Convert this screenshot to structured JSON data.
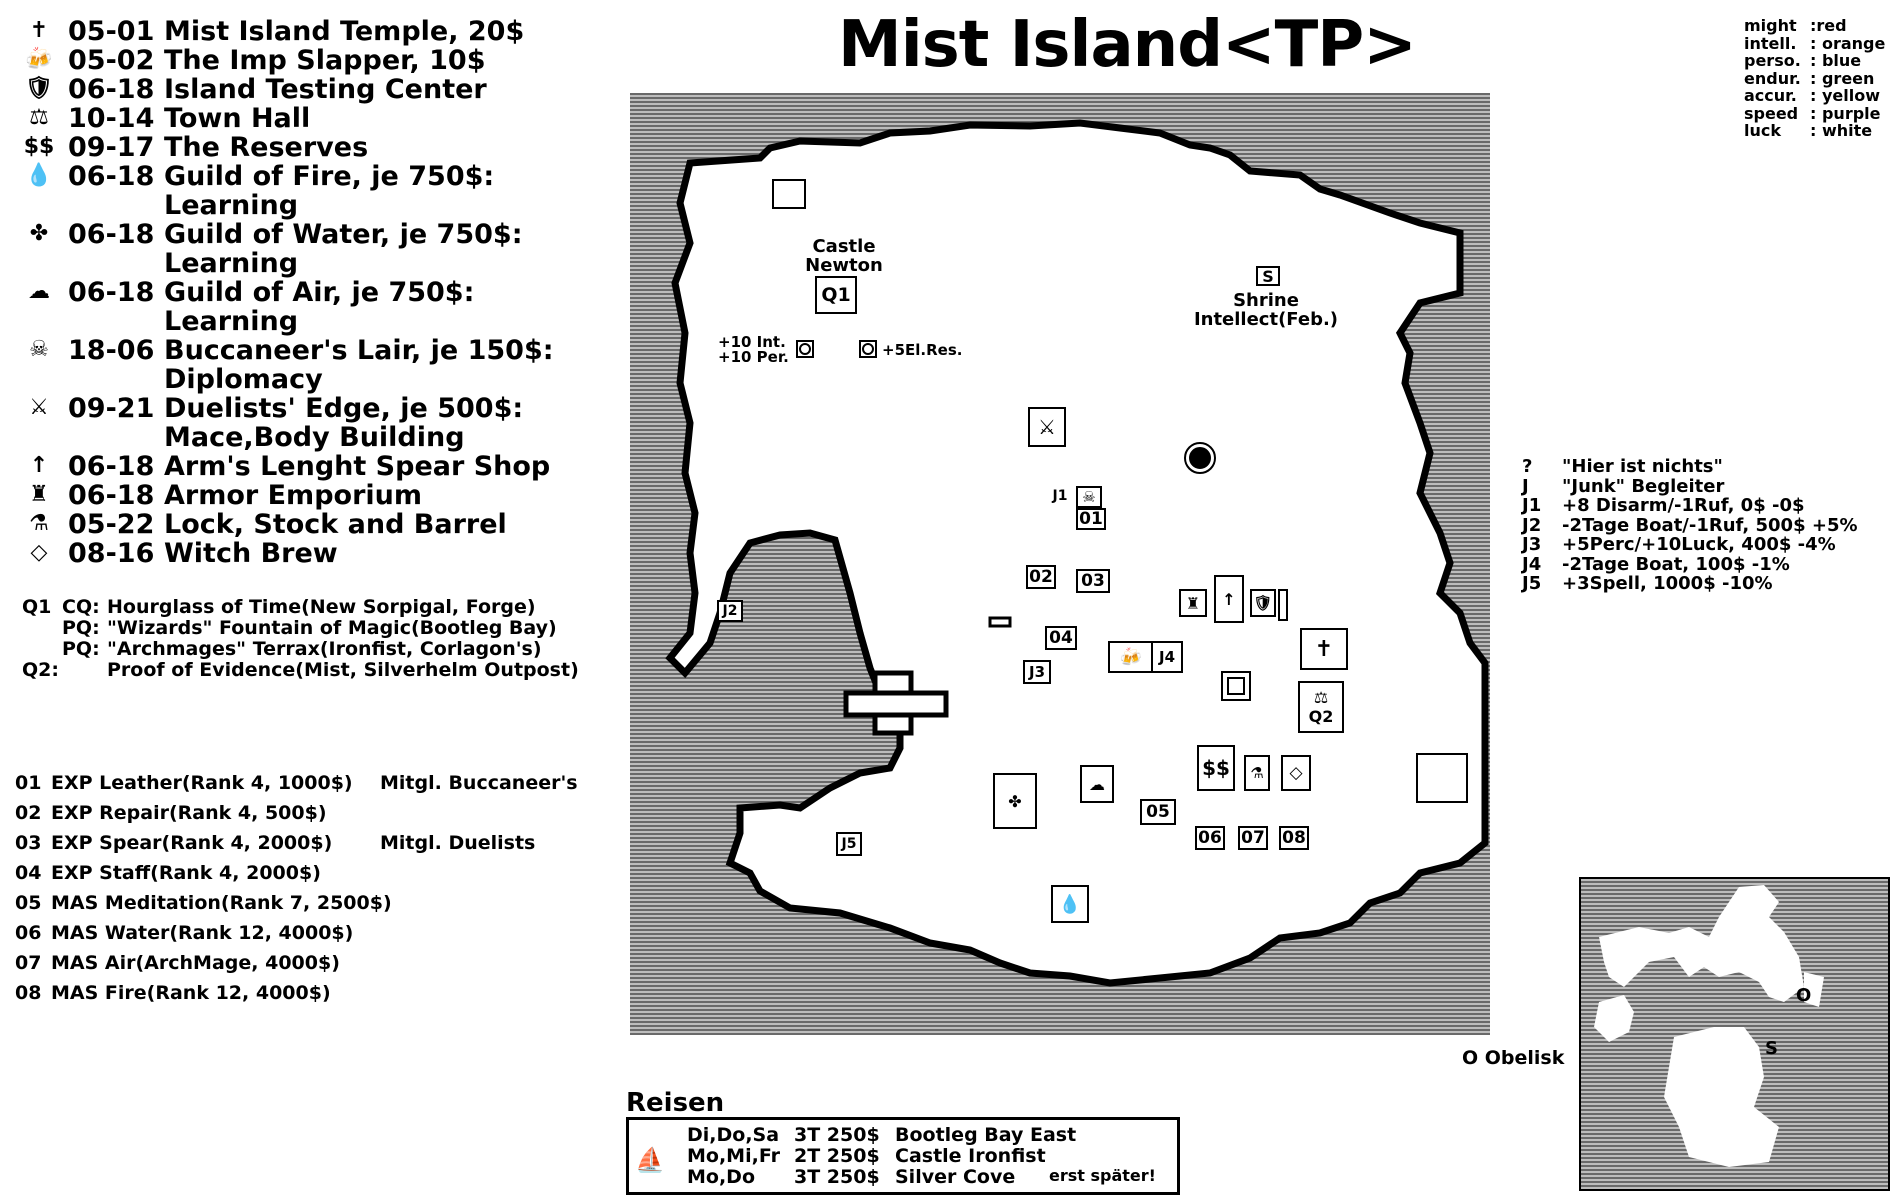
{
  "title": "Mist Island<TP>",
  "legend": [
    {
      "icon": "✝",
      "icon_name": "temple-icon",
      "code": "05-01",
      "name": "Mist Island Temple, 20$"
    },
    {
      "icon": "🍻",
      "icon_name": "tavern-mugs-icon",
      "code": "05-02",
      "name": "The Imp Slapper, 10$"
    },
    {
      "icon": "🛡",
      "icon_name": "shield-icon",
      "code": "06-18",
      "name": "Island Testing Center"
    },
    {
      "icon": "⚖",
      "icon_name": "scales-icon",
      "code": "10-14",
      "name": "Town Hall"
    },
    {
      "icon": "$$",
      "icon_name": "dollar-icon",
      "code": "09-17",
      "name": "The Reserves"
    },
    {
      "icon": "💧",
      "icon_name": "fire-drop-icon",
      "code": "06-18",
      "name": "Guild of Fire, je 750$:",
      "cont": "Learning"
    },
    {
      "icon": "✤",
      "icon_name": "water-splash-icon",
      "code": "06-18",
      "name": "Guild of Water, je 750$:",
      "cont": "Learning"
    },
    {
      "icon": "☁",
      "icon_name": "air-cloud-icon",
      "code": "06-18",
      "name": "Guild of Air, je 750$:",
      "cont": "Learning"
    },
    {
      "icon": "☠",
      "icon_name": "skull-icon",
      "code": "18-06",
      "name": "Buccaneer's Lair, je 150$:",
      "cont": "Diplomacy"
    },
    {
      "icon": "⚔",
      "icon_name": "sword-icon",
      "code": "09-21",
      "name": "Duelists' Edge, je 500$:",
      "cont": "Mace,Body Building"
    },
    {
      "icon": "↑",
      "icon_name": "spear-icon",
      "code": "06-18",
      "name": "Arm's Lenght Spear Shop"
    },
    {
      "icon": "♜",
      "icon_name": "helmet-icon",
      "code": "06-18",
      "name": "Armor Emporium"
    },
    {
      "icon": "⚗",
      "icon_name": "bottles-icon",
      "code": "05-22",
      "name": "Lock, Stock and Barrel"
    },
    {
      "icon": "◇",
      "icon_name": "potion-icon",
      "code": "08-16",
      "name": "Witch Brew"
    }
  ],
  "quests": [
    {
      "key": "Q1",
      "type": "CQ:",
      "text": "Hourglass of Time(New Sorpigal, Forge)"
    },
    {
      "key": "",
      "type": "PQ:",
      "text": "\"Wizards\" Fountain of Magic(Bootleg Bay)"
    },
    {
      "key": "",
      "type": "PQ:",
      "text": "\"Archmages\" Terrax(Ironfist, Corlagon's)"
    },
    {
      "key": "Q2:",
      "type": "",
      "text": "Proof of Evidence(Mist, Silverhelm Outpost)"
    }
  ],
  "training": [
    {
      "num": "01",
      "text": "EXP Leather(Rank 4, 1000$)",
      "extra": "Mitgl. Buccaneer's"
    },
    {
      "num": "02",
      "text": "EXP Repair(Rank 4, 500$)",
      "extra": ""
    },
    {
      "num": "03",
      "text": "EXP Spear(Rank 4, 2000$)",
      "extra": "Mitgl. Duelists"
    },
    {
      "num": "04",
      "text": "EXP Staff(Rank 4, 2000$)",
      "extra": ""
    },
    {
      "num": "05",
      "text": "MAS Meditation(Rank 7, 2500$)",
      "extra": ""
    },
    {
      "num": "06",
      "text": "MAS Water(Rank 12, 4000$)",
      "extra": ""
    },
    {
      "num": "07",
      "text": "MAS Air(ArchMage, 4000$)",
      "extra": ""
    },
    {
      "num": "08",
      "text": "MAS Fire(Rank 12, 4000$)",
      "extra": ""
    }
  ],
  "stats": [
    {
      "k": "might",
      "v": ":red"
    },
    {
      "k": "intell.",
      "v": ": orange"
    },
    {
      "k": "perso.",
      "v": ": blue"
    },
    {
      "k": "endur.",
      "v": ": green"
    },
    {
      "k": "accur.",
      "v": ": yellow"
    },
    {
      "k": "speed",
      "v": ": purple"
    },
    {
      "k": "luck",
      "v": ": white"
    }
  ],
  "junk": [
    {
      "k": "?",
      "t": "\"Hier ist nichts\""
    },
    {
      "k": "J",
      "t": "\"Junk\" Begleiter"
    },
    {
      "k": "J1",
      "t": "+8 Disarm/-1Ruf, 0$ -0$"
    },
    {
      "k": "J2",
      "t": "-2Tage Boat/-1Ruf, 500$ +5%"
    },
    {
      "k": "J3",
      "t": "+5Perc/+10Luck, 400$ -4%"
    },
    {
      "k": "J4",
      "t": "-2Tage Boat, 100$ -1%"
    },
    {
      "k": "J5",
      "t": "+3Spell, 1000$ -10%"
    }
  ],
  "map_labels": {
    "castle": [
      "Castle",
      "Newton"
    ],
    "q1": "Q1",
    "q2": "Q2",
    "shrine_s": "S",
    "shrine": [
      "Shrine",
      "Intellect(Feb.)"
    ],
    "wells": "+10 Int.\n+10 Per.",
    "well_res": "+5El.Res.",
    "j1": "J1",
    "j2": "J2",
    "j3": "J3",
    "j4": "J4",
    "j5": "J5",
    "n01": "01",
    "n02": "02",
    "n03": "03",
    "n04": "04",
    "n05": "05",
    "n06": "06",
    "n07": "07",
    "n08": "08",
    "dollar": "$$"
  },
  "minimap": {
    "o": "O",
    "s": "S"
  },
  "obelisk": "O Obelisk",
  "travel": {
    "title": "Reisen",
    "rows": [
      {
        "days": "Di,Do,Sa",
        "cost": "3T 250$",
        "dest": "Bootleg Bay East",
        "note": ""
      },
      {
        "days": "Mo,Mi,Fr",
        "cost": "2T 250$",
        "dest": "Castle Ironfist",
        "note": ""
      },
      {
        "days": "Mo,Do",
        "cost": "3T 250$",
        "dest": "Silver Cove",
        "note": "erst später!"
      }
    ]
  },
  "colors": {
    "water": "#888888",
    "land": "#ffffff",
    "ink": "#000000"
  }
}
